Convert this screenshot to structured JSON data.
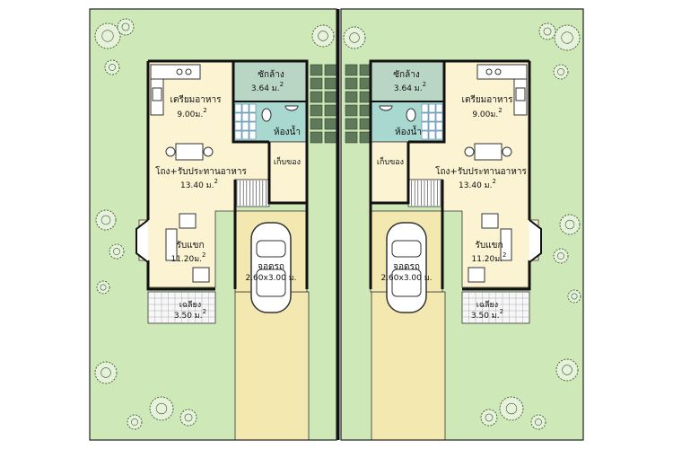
{
  "colors": {
    "lawn": "#cfe8b8",
    "interior": "#fbf3d2",
    "bath": "#a8d8d0",
    "laundry": "#b9d6c4",
    "driveway": "#f3e9b0",
    "paving": "#5f7a5a",
    "porch": "#f7f7f7",
    "wall": "#111111",
    "boundary": "#222222"
  },
  "rooms": {
    "laundry": {
      "name": "ซักล้าง",
      "area": "3.64 ม.",
      "sup": "2"
    },
    "bathroom": {
      "name": "ห้องน้ำ"
    },
    "kitchen": {
      "name": "เตรียมอาหาร",
      "area": "9.00ม.",
      "sup": "2"
    },
    "storage": {
      "name": "เก็บของ"
    },
    "hall_dining": {
      "name": "โถง+รับประทานอาหาร",
      "area": "13.40 ม.",
      "sup": "2"
    },
    "living": {
      "name": "รับแขก",
      "area": "11.20ม.",
      "sup": "2"
    },
    "garage": {
      "name": "จอดรถ",
      "area": "2.60x3.00 ม."
    },
    "porch": {
      "name": "เฉลียง",
      "area": "3.50 ม.",
      "sup": "2"
    }
  }
}
